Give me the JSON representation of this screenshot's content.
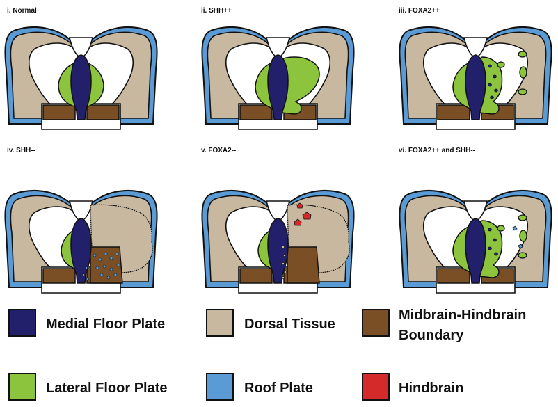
{
  "panels": [
    {
      "id": "normal",
      "title": "i. Normal"
    },
    {
      "id": "shh-plus",
      "title": "ii. SHH++"
    },
    {
      "id": "foxa2-plus",
      "title": "iii. FOXA2++"
    },
    {
      "id": "shh-minus",
      "title": "iv. SHH--"
    },
    {
      "id": "foxa2-minus",
      "title": "v. FOXA2--"
    },
    {
      "id": "foxa2-plus-shh-minus",
      "title": "vi. FOXA2++ and SHH--"
    }
  ],
  "legend": [
    {
      "key": "medial-floor-plate",
      "label": "Medial Floor Plate",
      "color": "#221f6b"
    },
    {
      "key": "dorsal-tissue",
      "label": "Dorsal Tissue",
      "color": "#c9b8a0"
    },
    {
      "key": "mhb",
      "label_line1": "Midbrain-Hindbrain",
      "label_line2": "Boundary",
      "color": "#7a4f26"
    },
    {
      "key": "lateral-floor-plate",
      "label": "Lateral Floor Plate",
      "color": "#8dc43e"
    },
    {
      "key": "roof-plate",
      "label": "Roof Plate",
      "color": "#5b9bd5"
    },
    {
      "key": "hindbrain",
      "label": "Hindbrain",
      "color": "#d42a2a"
    }
  ]
}
